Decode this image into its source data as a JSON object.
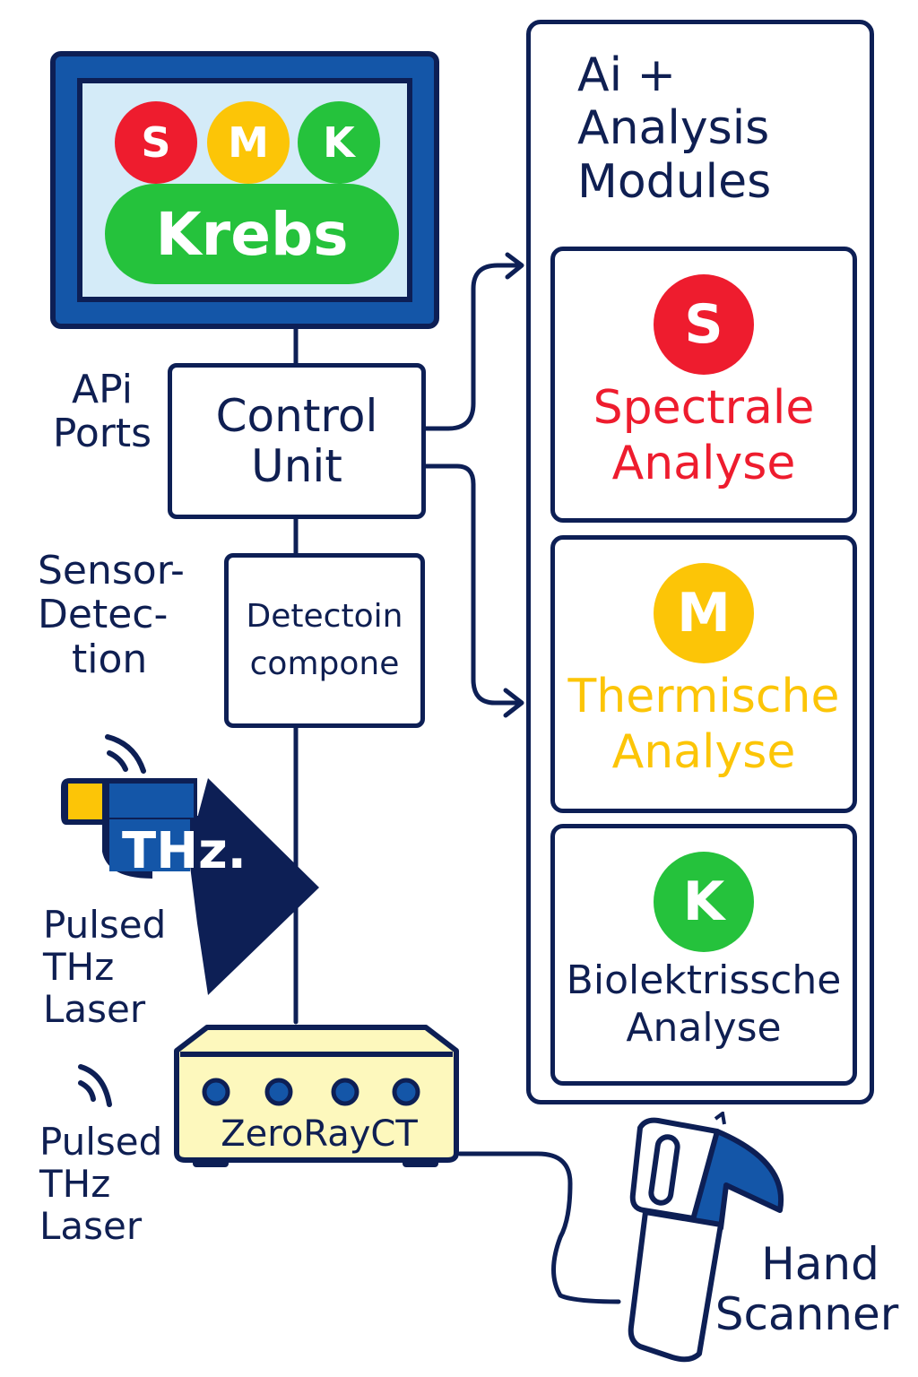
{
  "monitor": {
    "badges": [
      {
        "letter": "S",
        "color": "#ee1c2e"
      },
      {
        "letter": "M",
        "color": "#fcc507"
      },
      {
        "letter": "K",
        "color": "#25c23c"
      }
    ],
    "title": "Krebs",
    "title_color": "#25c23c"
  },
  "left_labels": {
    "api_ports": [
      "APi",
      "Ports"
    ],
    "sensor_detection": [
      "Sensor-",
      "Detec-",
      "tion"
    ],
    "pulsed_1": [
      "Pulsed",
      "THz",
      "Laser"
    ],
    "pulsed_2": [
      "Pulsed",
      "THz",
      "Laser"
    ]
  },
  "control_unit": {
    "lines": [
      "Control",
      "Unit"
    ]
  },
  "detection": {
    "lines": [
      "Detectoin",
      "compone"
    ]
  },
  "thz": {
    "label": "THz.",
    "accent": "#fcc507",
    "body": "#1456a8"
  },
  "zero_ray": {
    "label": "ZeroRayCT",
    "fill": "#fdf8bd"
  },
  "analysis_panel": {
    "title": [
      "Ai +",
      "Analysis",
      "Modules"
    ],
    "modules": [
      {
        "letter": "S",
        "color": "#ee1c2e",
        "lines": [
          "Spectrale",
          "Analyse"
        ],
        "text_color": "#ee1c2e"
      },
      {
        "letter": "M",
        "color": "#fcc507",
        "lines": [
          "Thermische",
          "Analyse"
        ],
        "text_color": "#fcc507"
      },
      {
        "letter": "K",
        "color": "#25c23c",
        "lines": [
          "Biolektrissche",
          "Analyse"
        ],
        "text_color": "#0f1f52"
      }
    ]
  },
  "hand_scanner": {
    "lines": [
      "Hand",
      "Scanner"
    ],
    "accent": "#1456a8"
  },
  "colors": {
    "stroke": "#0d1f55",
    "text": "#0f1f52"
  }
}
